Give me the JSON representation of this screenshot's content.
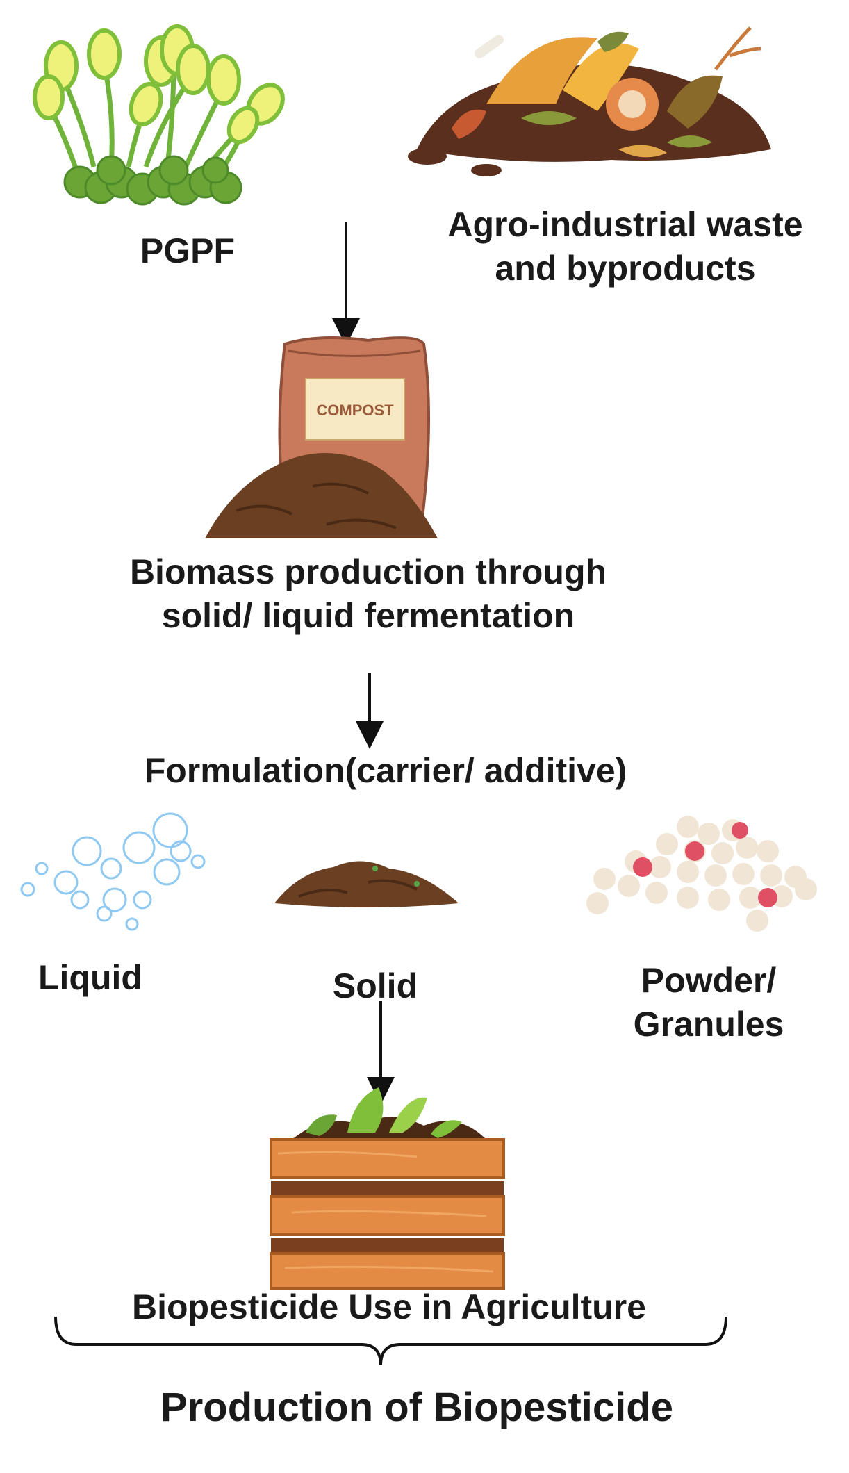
{
  "diagram": {
    "sources": {
      "pgpf": "PGPF",
      "waste_line1": "Agro-industrial waste",
      "waste_line2": "and byproducts"
    },
    "bag_label": "COMPOST",
    "biomass_line1": "Biomass production through",
    "biomass_line2": "solid/ liquid fermentation",
    "formulation": "Formulation(carrier/ additive)",
    "forms": {
      "liquid": "Liquid",
      "solid": "Solid",
      "powder_line1": "Powder/",
      "powder_line2": "Granules"
    },
    "use": "Biopesticide Use in Agriculture",
    "final": "Production of Biopesticide"
  },
  "icons": [
    "fungus-icon",
    "organic-waste-icon",
    "compost-bag-icon",
    "bubbles-icon",
    "soil-pile-icon",
    "granules-icon",
    "crate-icon"
  ],
  "colors": {
    "fungus_green": "#7fbf3a",
    "fungus_yellow": "#eef27a",
    "bag": "#c97a5c",
    "soil": "#6b3f22",
    "bubble": "#8fc8f0",
    "granule": "#f1e6d6",
    "granule_red": "#e05064",
    "crate": "#e38a45"
  }
}
